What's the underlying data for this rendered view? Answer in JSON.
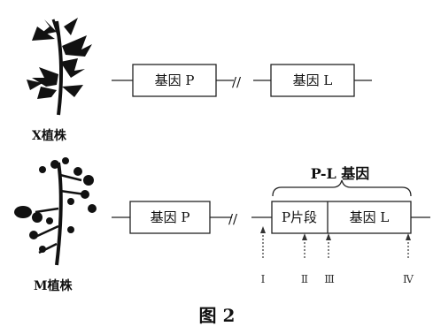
{
  "plants": {
    "x_label": "X植株",
    "m_label": "M植株"
  },
  "row_x": {
    "gene_p": "基因 P",
    "gene_l": "基因 L",
    "break_symbol": "//"
  },
  "row_m": {
    "fusion_title": "P-L 基因",
    "gene_p": "基因 P",
    "p_fragment": "P片段",
    "gene_l": "基因 L",
    "break_symbol": "//"
  },
  "markers": [
    "Ⅰ",
    "Ⅱ",
    "Ⅲ",
    "Ⅳ"
  ],
  "caption": "图 2"
}
